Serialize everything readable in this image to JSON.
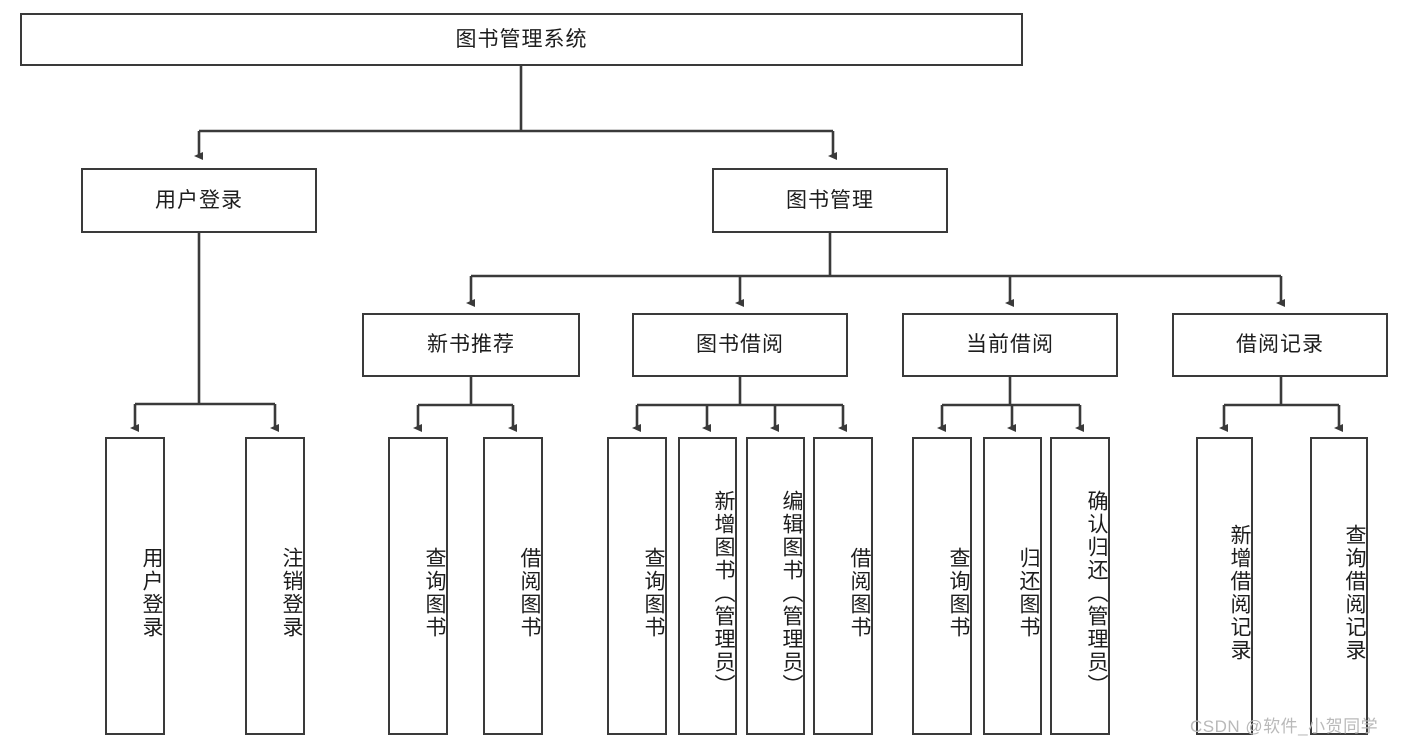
{
  "diagram": {
    "title": "图书管理系统",
    "type": "tree-hierarchy-chart",
    "orientation": "top-down",
    "box_border_color": "#3a3a3a",
    "box_fill_color": "#ffffff",
    "connector_color": "#3a3a3a",
    "nodes": {
      "root": {
        "label": "图书管理系统",
        "level": 1
      },
      "l2": [
        {
          "id": "user-login",
          "label": "用户登录",
          "level": 2
        },
        {
          "id": "book-manage",
          "label": "图书管理",
          "level": 2
        }
      ],
      "l3": [
        {
          "id": "new-book-recommend",
          "label": "新书推荐",
          "level": 3,
          "parent": "book-manage"
        },
        {
          "id": "book-borrow",
          "label": "图书借阅",
          "level": 3,
          "parent": "book-manage"
        },
        {
          "id": "current-borrow",
          "label": "当前借阅",
          "level": 3,
          "parent": "book-manage"
        },
        {
          "id": "borrow-record",
          "label": "借阅记录",
          "level": 3,
          "parent": "book-manage"
        }
      ],
      "leaves": [
        {
          "id": "leaf-user-login",
          "label": "用户登录",
          "parent": "user-login"
        },
        {
          "id": "leaf-user-logout",
          "label": "注销登录",
          "parent": "user-login"
        },
        {
          "id": "leaf-query-book-1",
          "label": "查询图书",
          "parent": "new-book-recommend"
        },
        {
          "id": "leaf-borrow-book-1",
          "label": "借阅图书",
          "parent": "new-book-recommend"
        },
        {
          "id": "leaf-query-book-2",
          "label": "查询图书",
          "parent": "book-borrow"
        },
        {
          "id": "leaf-add-book",
          "label": "新增图书（管理员）",
          "parent": "book-borrow"
        },
        {
          "id": "leaf-edit-book",
          "label": "编辑图书（管理员）",
          "parent": "book-borrow"
        },
        {
          "id": "leaf-borrow-book-2",
          "label": "借阅图书",
          "parent": "book-borrow"
        },
        {
          "id": "leaf-query-book-3",
          "label": "查询图书",
          "parent": "current-borrow"
        },
        {
          "id": "leaf-return-book",
          "label": "归还图书",
          "parent": "current-borrow"
        },
        {
          "id": "leaf-confirm-return",
          "label": "确认归还（管理员）",
          "parent": "current-borrow"
        },
        {
          "id": "leaf-add-record",
          "label": "新增借阅记录",
          "parent": "borrow-record"
        },
        {
          "id": "leaf-query-record",
          "label": "查询借阅记录",
          "parent": "borrow-record"
        }
      ]
    }
  },
  "watermark": {
    "text": "CSDN @软件_小贺同学"
  }
}
